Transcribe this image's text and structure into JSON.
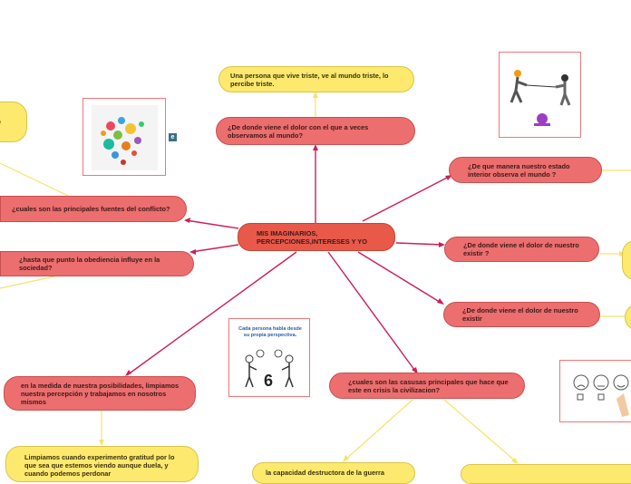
{
  "root": {
    "label": "MIS IMAGINARIOS, PERCEPCIONES,INTERESES Y YO"
  },
  "topics": [
    {
      "id": "dolor",
      "label": "¿De donde viene el dolor con el que a veces observamos al mundo?"
    },
    {
      "id": "estado",
      "label": "¿De que manera nuestro estado interior observa el mundo ?"
    },
    {
      "id": "existir1",
      "label": "¿De donde viene el dolor de nuestro existir ?"
    },
    {
      "id": "existir2",
      "label": "¿De donde viene el dolor de nuestro existir"
    },
    {
      "id": "crisis",
      "label": "¿cuales son las casusas principales que hace que este en crisis la civilizacion?"
    },
    {
      "id": "medida",
      "label": "en la medida de nuestra posibilidades, limpiamos nuestra percepción y trabajamos en nosotros mismos"
    },
    {
      "id": "obediencia",
      "label": "¿hasta que punto la obediencia influye en la sociedad?"
    },
    {
      "id": "fuentes",
      "label": "¿cuales son las principales fuentes del conflicto?"
    }
  ],
  "subtopics": [
    {
      "id": "triste",
      "label": "Una persona que vive triste, ve al mundo triste, lo percibe triste."
    },
    {
      "id": "limpiamos",
      "label": "Limpiamos cuando experimento gratitud por lo que sea que estemos viendo aunque duela, y cuando podemos perdonar"
    },
    {
      "id": "capacidad",
      "label": "la capacidad destructora de la guerra"
    },
    {
      "id": "left_e",
      "label": "e"
    }
  ],
  "images": [
    {
      "id": "splash",
      "name": "paint-splash-image"
    },
    {
      "id": "tug",
      "name": "tug-of-war-image"
    },
    {
      "id": "perspective",
      "name": "perspective-image",
      "title": "Cada persona habla desde su propia perspectiva.",
      "digit": "6"
    },
    {
      "id": "faces",
      "name": "faces-rating-image"
    }
  ],
  "badge": {
    "label": "e"
  },
  "colors": {
    "topic": "#ec6e6e",
    "root": "#e8594a",
    "sub": "#fde96e",
    "red_line": "#cc1f55",
    "yellow_line": "#f5e36a"
  }
}
